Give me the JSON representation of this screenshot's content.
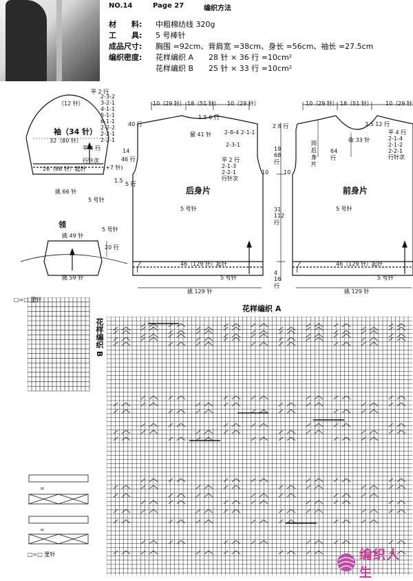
{
  "header": {
    "no": "NO.14",
    "page": "Page 27",
    "method": "编织方法"
  },
  "materials": [
    {
      "key": "材　　料:",
      "value": "中粗棉纺线 320g"
    },
    {
      "key": "工　　具:",
      "value": "5 号棒针"
    },
    {
      "key": "成品尺寸:",
      "value": "胸围 =92cm、背肩宽 =38cm、身长 =56cm、袖长 =27.5cm"
    },
    {
      "key": "编织密度:",
      "value": "花样编织 A　　28 针 × 36 行 =10cm²"
    },
    {
      "key": "",
      "value": "花样编织 B　　25 针 × 33 行 =10cm²"
    }
  ],
  "sleeve": {
    "title": "袖（34 针）",
    "top": "（12 针）",
    "width": "32（80 针）",
    "cuff": "26（66 针）起针",
    "pick": "挑 66 针",
    "needle": "5 号针",
    "right1": "平 2 行",
    "right2": "平 4 行",
    "right3": "行针次",
    "rows40": "40 行",
    "rows46": "46 行",
    "plus7": "(+7 针)",
    "len14": "14",
    "len15": "1.5",
    "len5": "5 行",
    "dec_rows": [
      "2-3-2",
      "3-2-1",
      "4-1-1",
      "5-1-1",
      "6-1-1",
      "2-2-2",
      "2-2-1",
      "2-2-1"
    ]
  },
  "collar": {
    "title": "领",
    "pick": "挑 49 针",
    "pick2": "挑 59 针",
    "rows": "20 行",
    "needle": "5 号针"
  },
  "back": {
    "title": "后身片",
    "top_left": "10（29 针）",
    "top_mid": "18（51 针）",
    "top_right": "10（29 针）",
    "neck": "留 41 针",
    "neck_rows": "1.5 6 行",
    "shoulder": "2-8-4 2-1-1",
    "armhole": [
      "平 2 行",
      "2-1-3",
      "2-2-1",
      "行针次"
    ],
    "armhole_top": [
      "2-3-1"
    ],
    "side1": "19 68 行",
    "side2": "31 112 行",
    "side3": "4 16 行",
    "cast": "46（129 针）起针",
    "pick": "挑 129 针",
    "needle1": "5 号针",
    "needle2": "5 号针",
    "ten": "10",
    "two": "2 8 行"
  },
  "front": {
    "title": "前身片",
    "top_left": "10（29 针）",
    "top_mid": "18（51 针）",
    "top_right": "10（29 针）",
    "neck": "收 33 针",
    "neck_rows": "3.5 12 行",
    "same": "同后身片",
    "rows64": "64 行",
    "armhole": [
      "平 4 行",
      "2-1-4",
      "2-1-2",
      "2-2-1",
      "行针次"
    ],
    "cast": "46（129 针）起针",
    "pick": "挑 129 针",
    "needle1": "5 号针",
    "needle2": "5 号针",
    "ten": "10"
  },
  "chartA": {
    "title": "花样编织 A"
  },
  "chartB": {
    "title": "花样编织 B"
  },
  "legend": {
    "purl": "□=□ 里针",
    "eq": "="
  },
  "logo": "编织人生"
}
